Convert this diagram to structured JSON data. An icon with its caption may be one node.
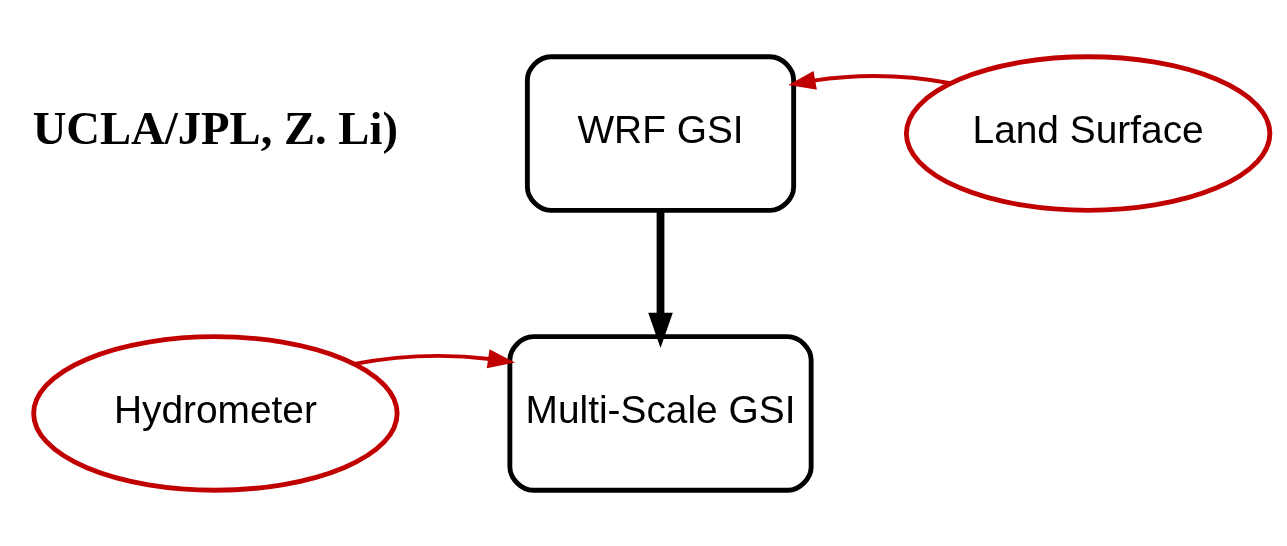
{
  "diagram": {
    "nodes": [
      {
        "text": [
          "WRF GSI"
        ]
      },
      {
        "text": [
          "Land Surface"
        ]
      },
      {
        "text": [
          "Multi-Scale GSI"
        ]
      },
      {
        "text": [
          "Hydrometer"
        ]
      }
    ],
    "edges": [
      {
        "from": 1,
        "to": 0,
        "arrow": "to"
      },
      {
        "from": 0,
        "to": 2,
        "arrow": "to",
        "style": "thick",
        "color": "#000000"
      },
      {
        "from": 3,
        "to": 2,
        "arrow": "to"
      }
    ],
    "labels": [
      "UCLA/JPL, Z. Li)"
    ]
  }
}
